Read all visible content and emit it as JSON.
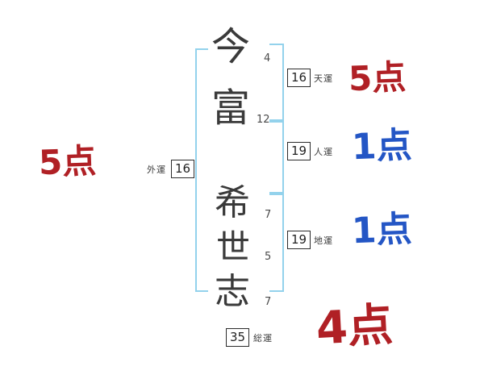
{
  "colors": {
    "score_red": "#b02025",
    "score_blue": "#2456c5",
    "bracket_blue": "#93d2ec",
    "ink": "#3a3a3a"
  },
  "name_chars": [
    {
      "char": "今",
      "strokes": "4"
    },
    {
      "char": "富",
      "strokes": "12"
    },
    {
      "char": "希",
      "strokes": "7"
    },
    {
      "char": "世",
      "strokes": "5"
    },
    {
      "char": "志",
      "strokes": "7"
    }
  ],
  "fortunes": {
    "ten": {
      "value": "16",
      "label": "天運",
      "score": "5点"
    },
    "jin": {
      "value": "19",
      "label": "人運",
      "score": "1点"
    },
    "chi": {
      "value": "19",
      "label": "地運",
      "score": "1点"
    },
    "gai": {
      "value": "16",
      "label": "外運",
      "score": "5点"
    },
    "sou": {
      "value": "35",
      "label": "総運",
      "score": "4点"
    }
  }
}
